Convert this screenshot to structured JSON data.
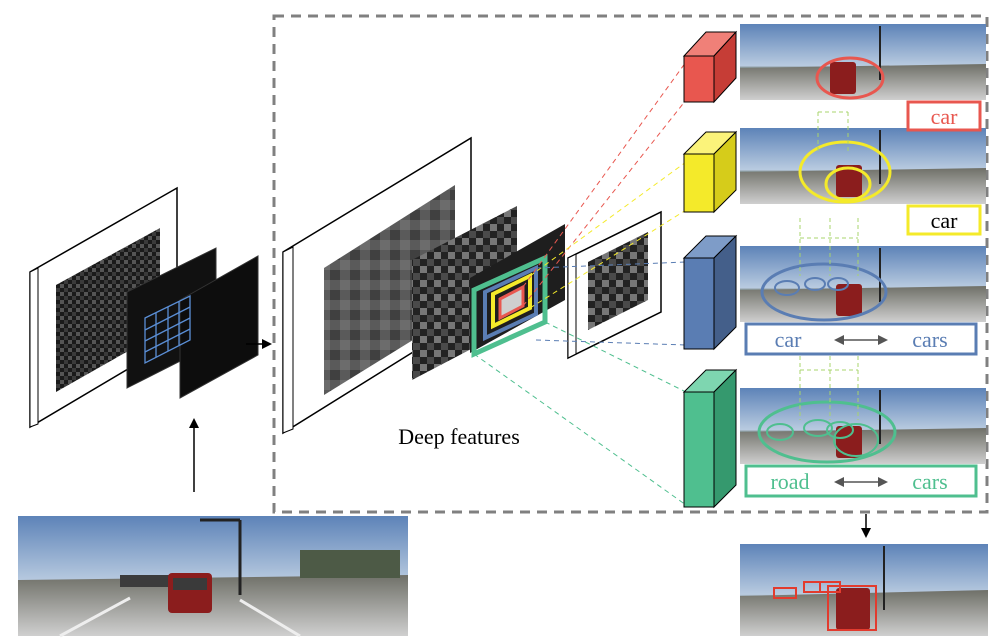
{
  "caption": "Deep features",
  "scales": [
    {
      "label_left": "car",
      "label_right": "",
      "arrow": false,
      "color": "#e8574f"
    },
    {
      "label_left": "car",
      "label_right": "",
      "arrow": false,
      "color": "#f4ea2a"
    },
    {
      "label_left": "car",
      "label_right": "cars",
      "arrow": true,
      "color": "#5a7db3"
    },
    {
      "label_left": "road",
      "label_right": "cars",
      "arrow": true,
      "color": "#4fbf8f"
    }
  ],
  "colors": {
    "red": "#e8574f",
    "yellow": "#f4ea2a",
    "blue": "#5a7db3",
    "green": "#4fbf8f",
    "dashed_box": "#808080",
    "grid": "#5b8fd6"
  }
}
